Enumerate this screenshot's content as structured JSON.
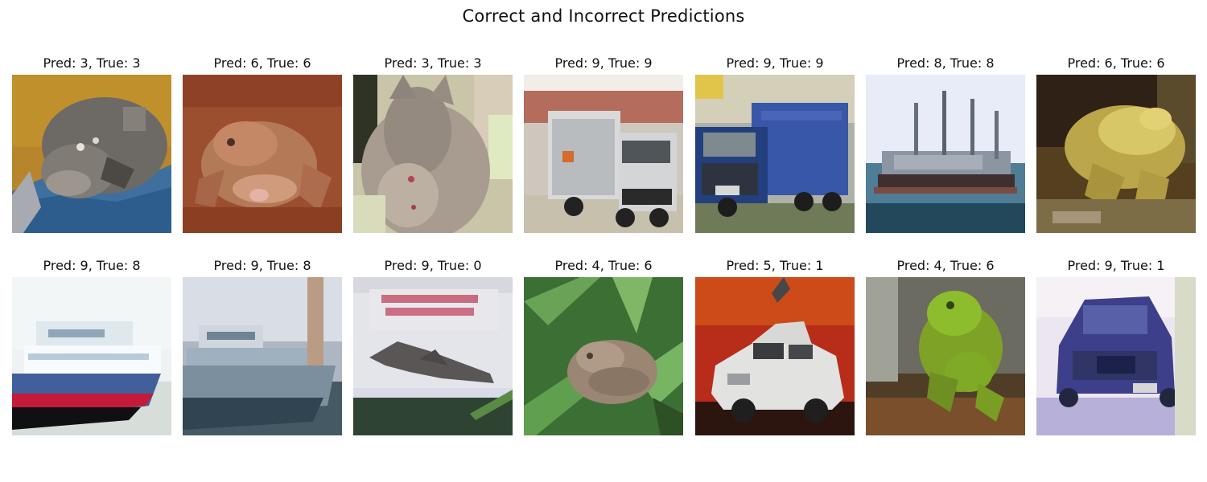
{
  "figure": {
    "title": "Correct and Incorrect Predictions"
  },
  "panels": [
    {
      "title": "Pred: 3, True: 3",
      "pred": 3,
      "true": 3,
      "subject": "cat on blue cloth"
    },
    {
      "title": "Pred: 6, True: 6",
      "pred": 6,
      "true": 6,
      "subject": "brown frog on red ground"
    },
    {
      "title": "Pred: 3, True: 3",
      "pred": 3,
      "true": 3,
      "subject": "grey cat close-up"
    },
    {
      "title": "Pred: 9, True: 9",
      "pred": 9,
      "true": 9,
      "subject": "white and grey truck"
    },
    {
      "title": "Pred: 9, True: 9",
      "pred": 9,
      "true": 9,
      "subject": "blue dump truck"
    },
    {
      "title": "Pred: 8, True: 8",
      "pred": 8,
      "true": 8,
      "subject": "ship on water"
    },
    {
      "title": "Pred: 6, True: 6",
      "pred": 6,
      "true": 6,
      "subject": "yellow frog"
    },
    {
      "title": "Pred: 9, True: 8",
      "pred": 9,
      "true": 8,
      "subject": "white ship with red stripe"
    },
    {
      "title": "Pred: 9, True: 8",
      "pred": 9,
      "true": 8,
      "subject": "grey-blue boat"
    },
    {
      "title": "Pred: 9, True: 0",
      "pred": 9,
      "true": 0,
      "subject": "jet on a sign"
    },
    {
      "title": "Pred: 4, True: 6",
      "pred": 4,
      "true": 6,
      "subject": "frog in green leaves"
    },
    {
      "title": "Pred: 5, True: 1",
      "pred": 5,
      "true": 1,
      "subject": "white car on red background"
    },
    {
      "title": "Pred: 4, True: 6",
      "pred": 4,
      "true": 6,
      "subject": "green frog"
    },
    {
      "title": "Pred: 9, True: 1",
      "pred": 9,
      "true": 1,
      "subject": "blue suv"
    }
  ]
}
